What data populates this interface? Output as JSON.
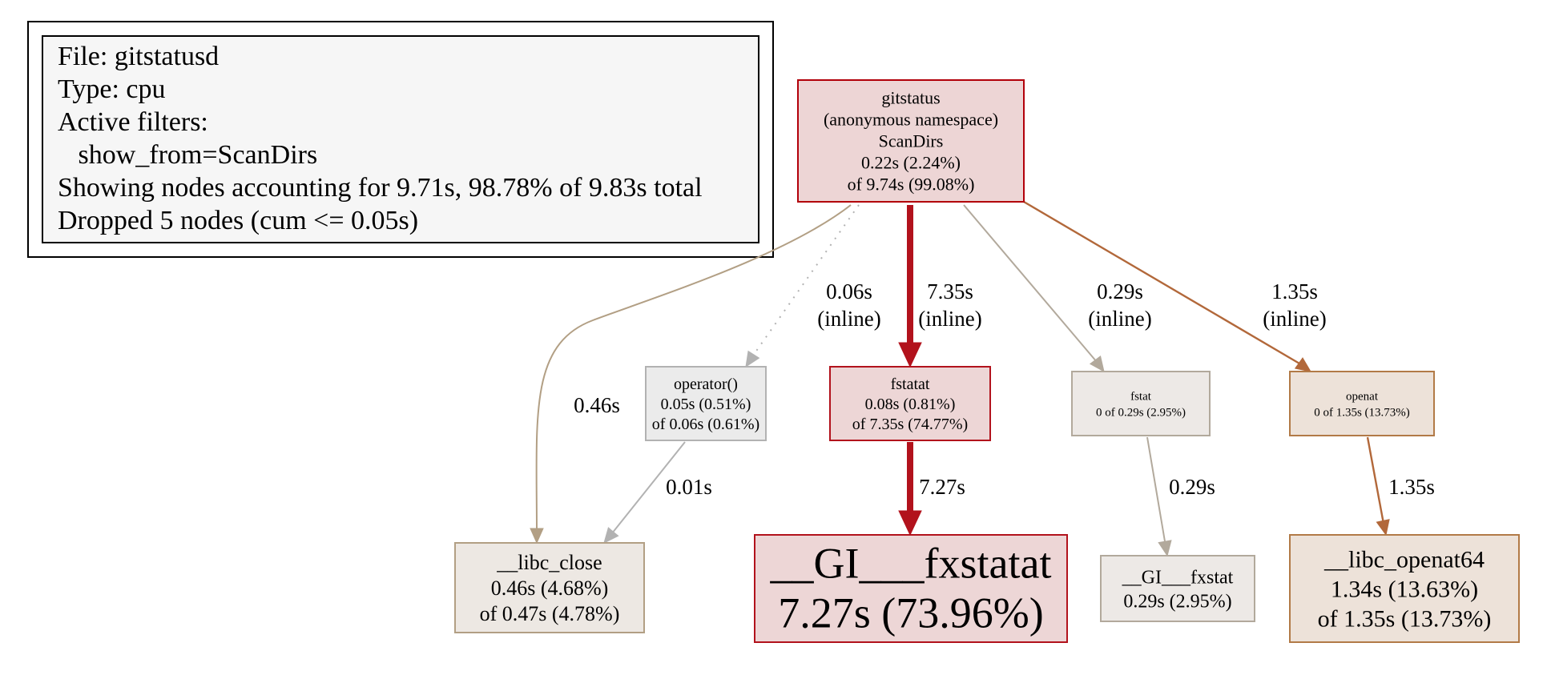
{
  "legend": {
    "lines": [
      "File: gitstatusd",
      "Type: cpu",
      "Active filters:",
      "   show_from=ScanDirs",
      "Showing nodes accounting for 9.71s, 98.78% of 9.83s total",
      "Dropped 5 nodes (cum <= 0.05s)"
    ]
  },
  "nodes": [
    {
      "id": "scandirs",
      "lines": [
        "gitstatus",
        "(anonymous namespace)",
        "ScanDirs",
        "0.22s (2.24%)",
        "of 9.74s (99.08%)"
      ],
      "fill": "#edd5d5",
      "stroke": "#b2000a"
    },
    {
      "id": "operator",
      "lines": [
        "operator()",
        "0.05s (0.51%)",
        "of 0.06s (0.61%)"
      ],
      "fill": "#ebebeb",
      "stroke": "#b2b2b2"
    },
    {
      "id": "fstatat",
      "lines": [
        "fstatat",
        "0.08s (0.81%)",
        "of 7.35s (74.77%)"
      ],
      "fill": "#edd6d6",
      "stroke": "#b2121c"
    },
    {
      "id": "fstat",
      "lines": [
        "fstat",
        "0 of 0.29s (2.95%)"
      ],
      "fill": "#ede9e6",
      "stroke": "#b2a99c"
    },
    {
      "id": "openat",
      "lines": [
        "openat",
        "0 of 1.35s (13.73%)"
      ],
      "fill": "#ede2d9",
      "stroke": "#b27a47"
    },
    {
      "id": "libc-close",
      "lines": [
        "__libc_close",
        "0.46s (4.68%)",
        "of 0.47s (4.78%)"
      ],
      "fill": "#ede8e3",
      "stroke": "#b29f84"
    },
    {
      "id": "gi-fxstatat",
      "lines": [
        "__GI___fxstatat",
        "7.27s (73.96%)"
      ],
      "fill": "#edd6d6",
      "stroke": "#b2121c"
    },
    {
      "id": "gi-fxstat",
      "lines": [
        "__GI___fxstat",
        "0.29s (2.95%)"
      ],
      "fill": "#ede9e6",
      "stroke": "#b2a99c"
    },
    {
      "id": "libc-openat64",
      "lines": [
        "__libc_openat64",
        "1.34s (13.63%)",
        "of 1.35s (13.73%)"
      ],
      "fill": "#ede2d9",
      "stroke": "#b27a47"
    }
  ],
  "edges": [
    {
      "id": "scandirs-libc-close",
      "lines": [
        "0.46s"
      ],
      "color": "#b29f84",
      "style": "solid"
    },
    {
      "id": "scandirs-operator",
      "lines": [
        "0.06s",
        "(inline)"
      ],
      "color": "#b2b2b2",
      "style": "dotted"
    },
    {
      "id": "scandirs-fstatat",
      "lines": [
        "7.35s",
        "(inline)"
      ],
      "color": "#b2121c",
      "style": "solid"
    },
    {
      "id": "scandirs-fstat",
      "lines": [
        "0.29s",
        "(inline)"
      ],
      "color": "#b2a99c",
      "style": "solid"
    },
    {
      "id": "scandirs-openat",
      "lines": [
        "1.35s",
        "(inline)"
      ],
      "color": "#b2683a",
      "style": "solid"
    },
    {
      "id": "operator-libc-close",
      "lines": [
        "0.01s"
      ],
      "color": "#b2b2b2",
      "style": "solid"
    },
    {
      "id": "fstatat-gi-fxstatat",
      "lines": [
        "7.27s"
      ],
      "color": "#b2121c",
      "style": "solid"
    },
    {
      "id": "fstat-gi-fxstat",
      "lines": [
        "0.29s"
      ],
      "color": "#b2a99c",
      "style": "solid"
    },
    {
      "id": "openat-libc-openat64",
      "lines": [
        "1.35s"
      ],
      "color": "#b2683a",
      "style": "solid"
    }
  ]
}
